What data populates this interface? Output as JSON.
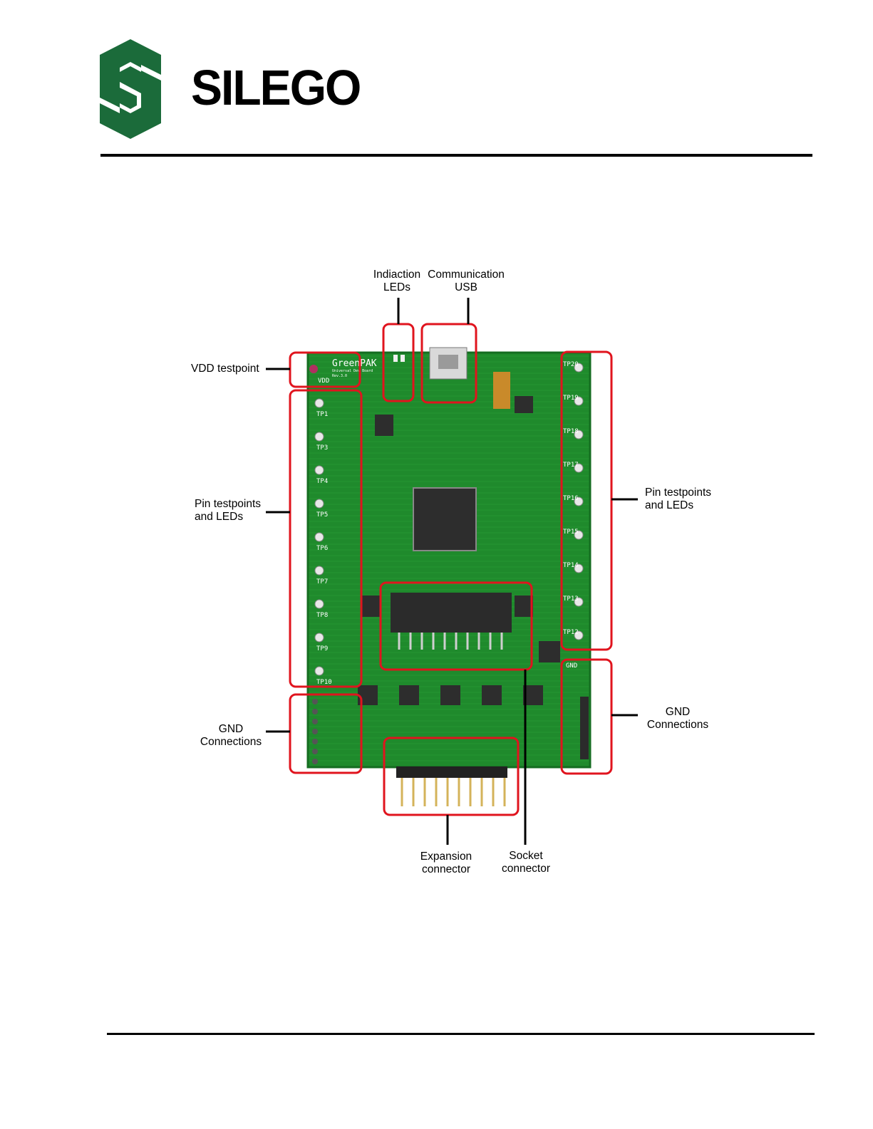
{
  "header": {
    "brand_name": "SILEGO",
    "brand_color": "#1b6b3a"
  },
  "board": {
    "silkscreen_title": "GreenPAK",
    "silkscreen_subtitle": "Universal Dev Board",
    "silkscreen_rev": "Rev.3.0",
    "vdd_label": "VDD",
    "gnd_label": "GND",
    "left_testpoints": [
      "TP1",
      "TP3",
      "TP4",
      "TP5",
      "TP6",
      "TP7",
      "TP8",
      "TP9",
      "TP10"
    ],
    "right_testpoints": [
      "TP20",
      "TP19",
      "TP18",
      "TP17",
      "TP16",
      "TP15",
      "TP14",
      "TP13",
      "TP12"
    ]
  },
  "callouts": {
    "indication_leds": [
      "Indiaction",
      "LEDs"
    ],
    "communication_usb": [
      "Communication",
      "USB"
    ],
    "vdd_testpoint": [
      "VDD testpoint"
    ],
    "pin_testpoints_left": [
      "Pin testpoints",
      "and LEDs"
    ],
    "pin_testpoints_right": [
      "Pin testpoints",
      "and LEDs"
    ],
    "gnd_left": [
      "GND",
      "Connections"
    ],
    "gnd_right": [
      "GND",
      "Connections"
    ],
    "expansion_connector": [
      "Expansion",
      "connector"
    ],
    "socket_connector": [
      "Socket",
      "connector"
    ]
  },
  "colors": {
    "pcb_green": "#1f8a2c",
    "pcb_dark": "#156d21",
    "highlight_red": "#e0141e"
  }
}
